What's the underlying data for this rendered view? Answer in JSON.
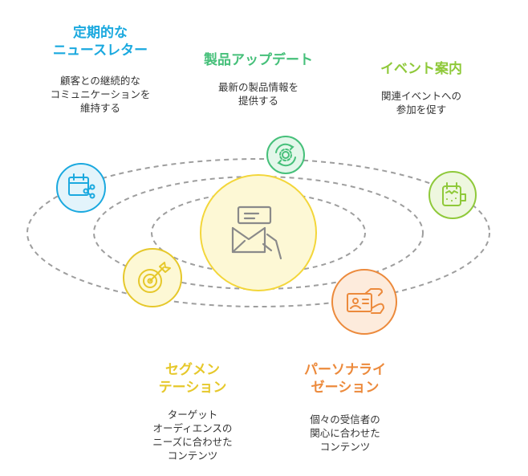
{
  "colors": {
    "orbit": "#9e9e9e",
    "center_fill": "#fdf8d5",
    "center_stroke": "#f3d63a",
    "icon_stroke": "#8a8a8a",
    "blue": "#1ba9df",
    "blue_fill": "#e3f4fb",
    "green": "#46c07a",
    "green_fill": "#e3f7ea",
    "lime": "#8fc93a",
    "lime_fill": "#eef7df",
    "yellow": "#e6c82b",
    "yellow_fill": "#fdf8d5",
    "orange": "#ec8a3c",
    "orange_fill": "#fdebdc"
  },
  "center": {
    "icon": "envelope-hand-icon"
  },
  "items": {
    "newsletter": {
      "title_lines": [
        "定期的な",
        "ニュースレター"
      ],
      "desc_lines": [
        "顧客との継続的な",
        "コミュニケーションを",
        "維持する"
      ],
      "icon": "calendar-share-icon"
    },
    "product_update": {
      "title_lines": [
        "製品アップデート"
      ],
      "desc_lines": [
        "最新の製品情報を",
        "提供する"
      ],
      "icon": "gear-refresh-icon"
    },
    "event": {
      "title_lines": [
        "イベント案内"
      ],
      "desc_lines": [
        "関連イベントへの",
        "参加を促す"
      ],
      "icon": "event-calendar-icon"
    },
    "segmentation": {
      "title_lines": [
        "セグメン",
        "テーション"
      ],
      "desc_lines": [
        "ターゲット",
        "オーディエンスの",
        "ニーズに合わせた",
        "コンテンツ"
      ],
      "icon": "target-arrow-icon"
    },
    "personalization": {
      "title_lines": [
        "パーソナライ",
        "ゼーション"
      ],
      "desc_lines": [
        "個々の受信者の",
        "関心に合わせた",
        "コンテンツ"
      ],
      "icon": "id-card-hand-icon"
    }
  }
}
